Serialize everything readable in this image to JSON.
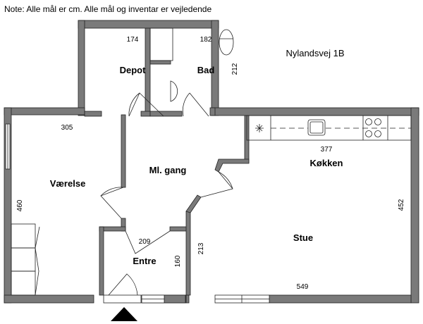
{
  "note": "Note: Alle mål er cm. Alle mål og inventar er vejledende",
  "address": "Nylandsvej 1B",
  "rooms": {
    "depot": "Depot",
    "bad": "Bad",
    "vaerelse": "Værelse",
    "gang": "Ml. gang",
    "kokken": "Køkken",
    "entre": "Entre",
    "stue": "Stue"
  },
  "dimensions": {
    "depot_width": "174",
    "bad_width": "182",
    "bad_height": "212",
    "vaerelse_width": "305",
    "vaerelse_height": "460",
    "kokken_width": "377",
    "stue_height": "452",
    "stue_width": "549",
    "entre_width": "209",
    "entre_height": "160",
    "gang_height": "213"
  },
  "colors": {
    "wall": "#7a7a7a"
  }
}
